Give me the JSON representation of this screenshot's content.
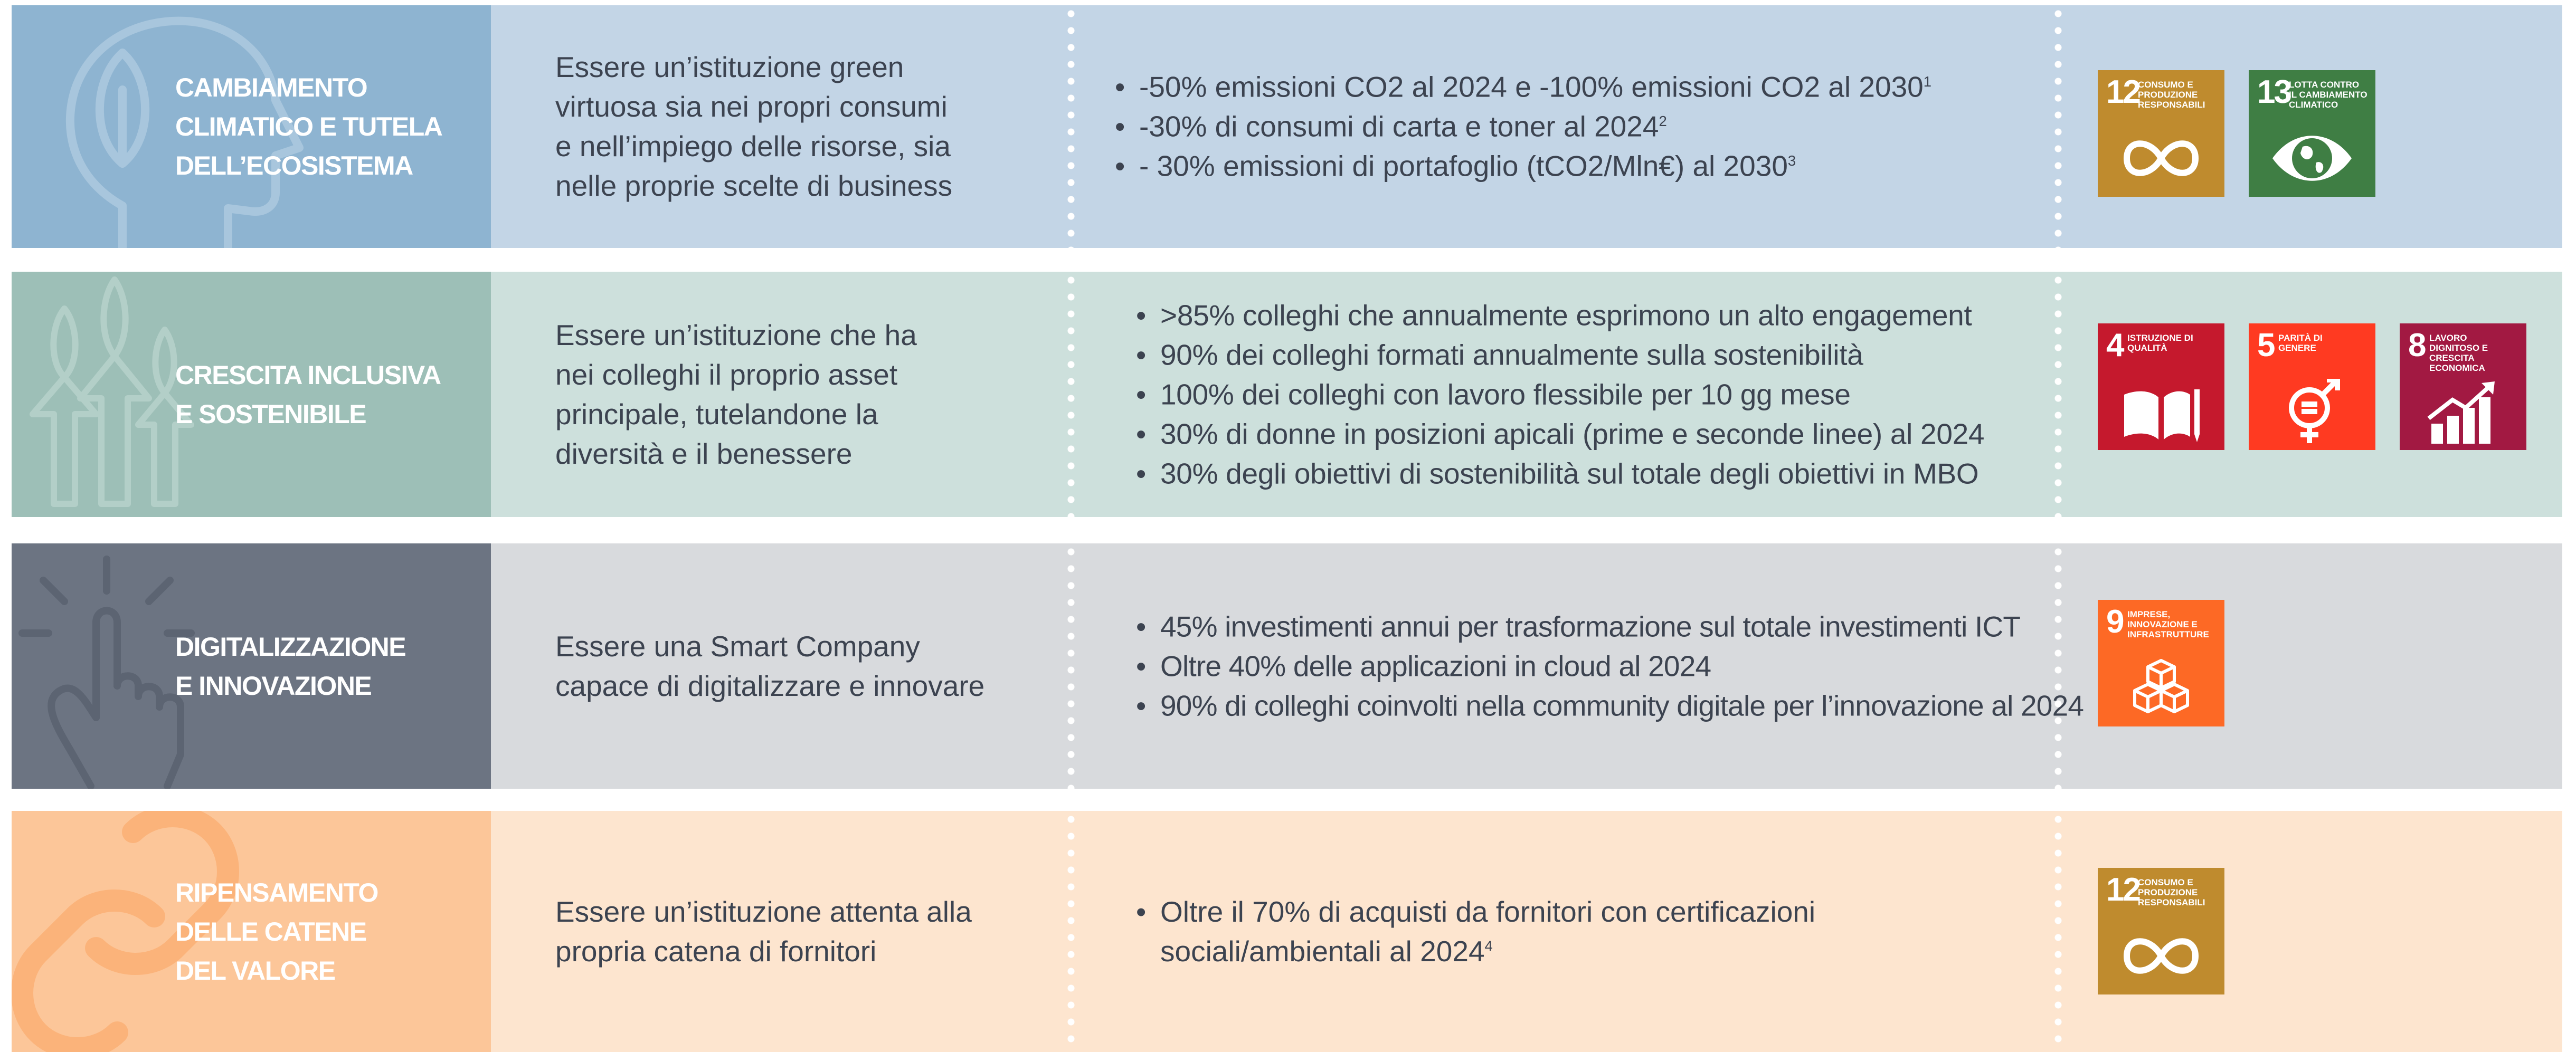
{
  "rows": [
    {
      "title": "CAMBIAMENTO\nCLIMATICO E TUTELA\nDELL’ECOSISTEMA",
      "goal": "Essere un’istituzione green\nvirtuosa sia nei propri consumi\ne nell’impiego delle risorse, sia\nnelle proprie scelte di business",
      "targets": [
        {
          "text": "-50% emissioni CO2 al 2024 e -100% emissioni CO2 al 2030",
          "note": "1"
        },
        {
          "text": "-30% di consumi di carta e toner al 2024",
          "note": "2"
        },
        {
          "text": "- 30% emissioni di portafoglio (tCO2/Mln€) al 2030",
          "note": "3"
        }
      ],
      "sdgs": [
        {
          "number": "12",
          "label": "CONSUMO E PRODUZIONE RESPONSABILI",
          "color": "#bf8b2e",
          "icon": "infinity-icon"
        },
        {
          "number": "13",
          "label": "LOTTA CONTRO IL CAMBIAMENTO CLIMATICO",
          "color": "#3f7e44",
          "icon": "eye-globe-icon"
        }
      ]
    },
    {
      "title": "CRESCITA INCLUSIVA\nE SOSTENIBILE",
      "goal": "Essere un’istituzione che ha\nnei colleghi il proprio asset\nprincipale, tutelandone la\ndiversità e il benessere",
      "targets": [
        {
          "text": ">85% colleghi che annualmente esprimono un alto engagement",
          "note": ""
        },
        {
          "text": "90% dei colleghi formati annualmente sulla sostenibilità",
          "note": ""
        },
        {
          "text": "100% dei colleghi con lavoro flessibile per 10 gg mese",
          "note": ""
        },
        {
          "text": "30% di donne in posizioni apicali (prime e seconde linee) al 2024",
          "note": ""
        },
        {
          "text": "30% degli obiettivi di sostenibilità sul totale degli obiettivi in MBO",
          "note": ""
        }
      ],
      "sdgs": [
        {
          "number": "4",
          "label": "ISTRUZIONE DI QUALITÀ",
          "color": "#c5192d",
          "icon": "book-pencil-icon"
        },
        {
          "number": "5",
          "label": "PARITÀ DI GENERE",
          "color": "#ff3a21",
          "icon": "gender-equality-icon"
        },
        {
          "number": "8",
          "label": "LAVORO DIGNITOSO E CRESCITA ECONOMICA",
          "color": "#a21942",
          "icon": "growth-chart-icon"
        }
      ]
    },
    {
      "title": "DIGITALIZZAZIONE\nE INNOVAZIONE",
      "goal": "Essere una Smart Company\ncapace di digitalizzare e innovare",
      "targets": [
        {
          "text": "45% investimenti annui per trasformazione sul totale investimenti ICT",
          "note": ""
        },
        {
          "text": "Oltre 40% delle applicazioni in cloud al 2024",
          "note": ""
        },
        {
          "text": "90% di colleghi coinvolti nella community digitale per l’innovazione al 2024",
          "note": ""
        }
      ],
      "sdgs": [
        {
          "number": "9",
          "label": "IMPRESE, INNOVAZIONE E INFRASTRUTTURE",
          "color": "#fd6925",
          "icon": "cubes-icon"
        }
      ]
    },
    {
      "title": "RIPENSAMENTO\nDELLE CATENE\nDEL VALORE",
      "goal": "Essere un’istituzione attenta alla\npropria catena di fornitori",
      "targets": [
        {
          "text": "Oltre il 70% di acquisti da fornitori con certificazioni",
          "continuation": "sociali/ambientali al 2024",
          "note": "4"
        }
      ],
      "sdgs": [
        {
          "number": "12",
          "label": "CONSUMO E PRODUZIONE RESPONSABILI",
          "color": "#bf8b2e",
          "icon": "infinity-icon"
        }
      ]
    }
  ],
  "category_icons": [
    "head-leaf-icon",
    "growing-plants-icon",
    "touch-hand-icon",
    "chain-link-icon"
  ]
}
